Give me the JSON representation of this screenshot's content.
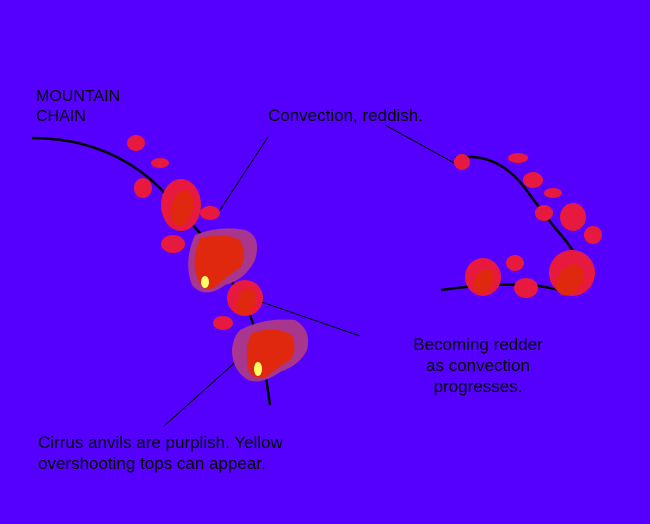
{
  "labels": {
    "mountain_line1": "MOUNTAIN",
    "mountain_line2": "CHAIN",
    "convection": "Convection, reddish.",
    "redder_line1": "Becoming redder",
    "redder_line2": "as convection",
    "redder_line3": "progresses.",
    "cirrus_line1": "Cirrus anvils are purplish. Yellow",
    "cirrus_line2": "overshooting tops can appear."
  },
  "colors": {
    "background": "#5500ff",
    "convection": "#e8193f",
    "core": "#e0280f",
    "anvil": "#a8368f",
    "overshooting_top": "#ffff66",
    "line": "#000000"
  }
}
